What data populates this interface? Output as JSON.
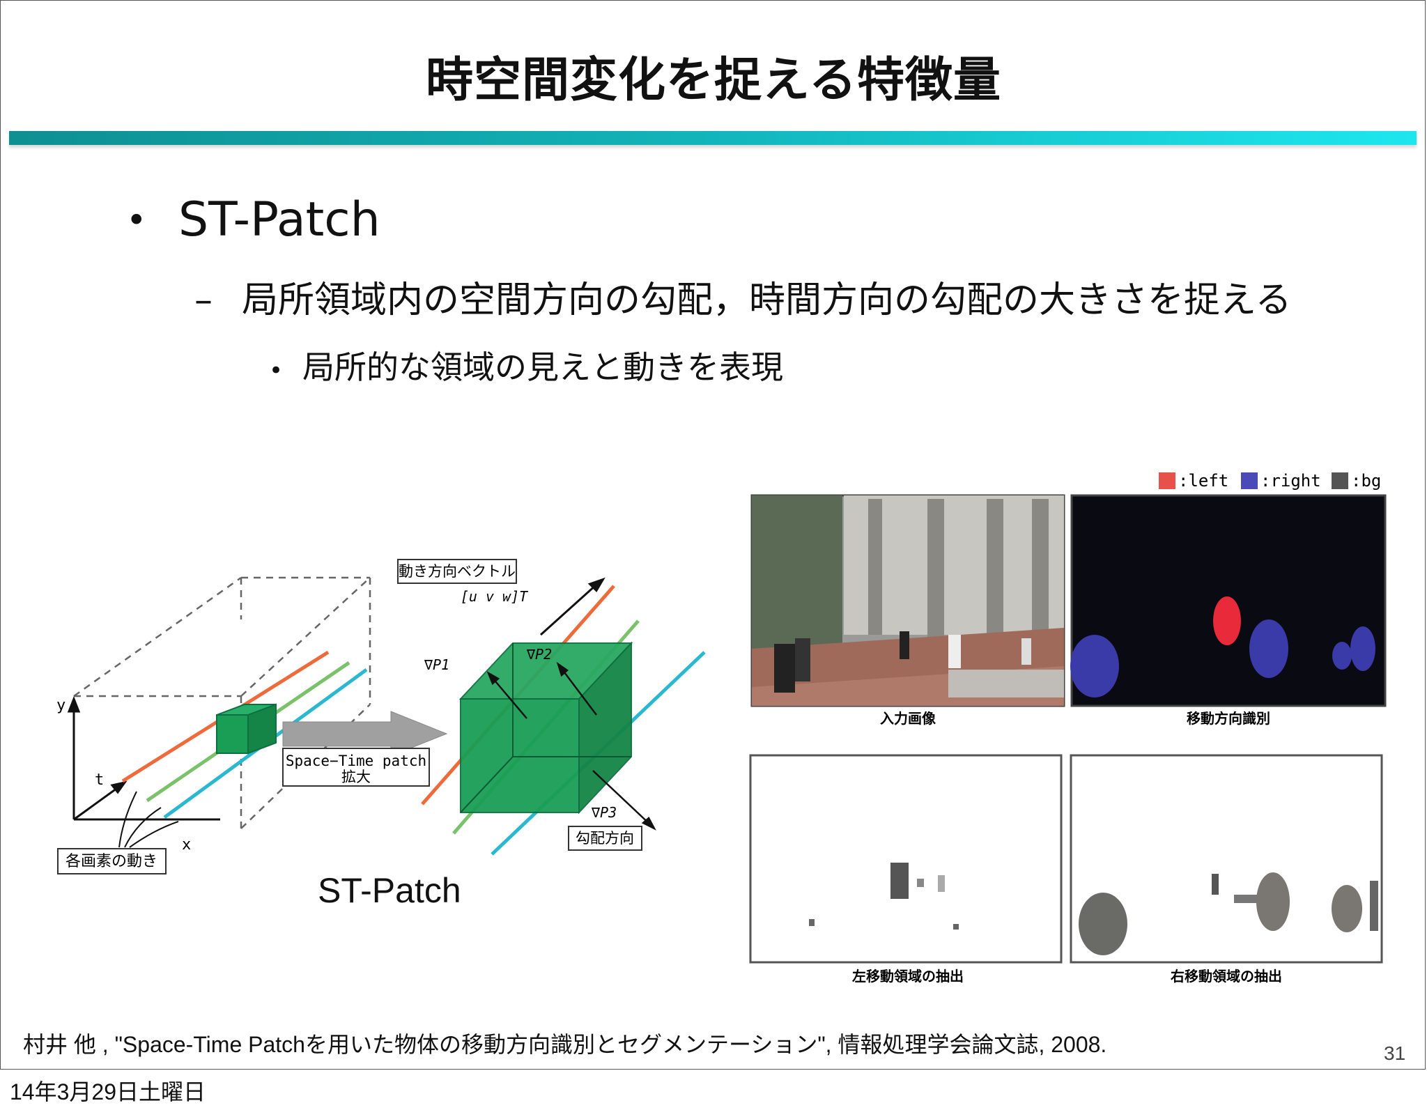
{
  "slide": {
    "title": "時空間変化を捉える特徴量",
    "bullet1": "ST-Patch",
    "bullet2": "局所領域内の空間方向の勾配，時間方向の勾配の大きさを捉える",
    "bullet3": "局所的な領域の見えと動きを表現",
    "bullet_dot": "•",
    "sub_dash": "–",
    "figure_caption": "ST-Patch",
    "reference": "村井 他 , \"Space-Time Patchを用いた物体の移動方向識別とセグメンテーション\", 情報処理学会論文誌, 2008.",
    "page_number": "31"
  },
  "diagram": {
    "label_motion_vector": "動き方向ベクトル",
    "label_uvw": "[u v w]T",
    "label_p1": "∇P1",
    "label_p2": "∇P2",
    "label_p3": "∇P3",
    "label_patch": "Space−Time patch",
    "label_enlarge": "拡大",
    "label_gradient_dir": "勾配方向",
    "label_pixel_motion": "各画素の動き",
    "axis_x": "x",
    "axis_y": "y",
    "axis_t": "t"
  },
  "results": {
    "legend": [
      {
        "label": ":left",
        "color": "#e8504a"
      },
      {
        "label": ":right",
        "color": "#4a4ab8"
      },
      {
        "label": ":bg",
        "color": "#555555"
      }
    ],
    "caption_input": "入力画像",
    "caption_direction": "移動方向識別",
    "caption_left": "左移動領域の抽出",
    "caption_right": "右移動領域の抽出"
  },
  "footer": {
    "date": "14年3月29日土曜日"
  },
  "colors": {
    "accent_bar_start": "#0e8f92",
    "accent_bar_end": "#1ee6ee",
    "cube_green": "#1a9e55",
    "line_orange": "#ee6a3a",
    "line_green": "#7ac26a",
    "line_cyan": "#2ab8d0"
  }
}
